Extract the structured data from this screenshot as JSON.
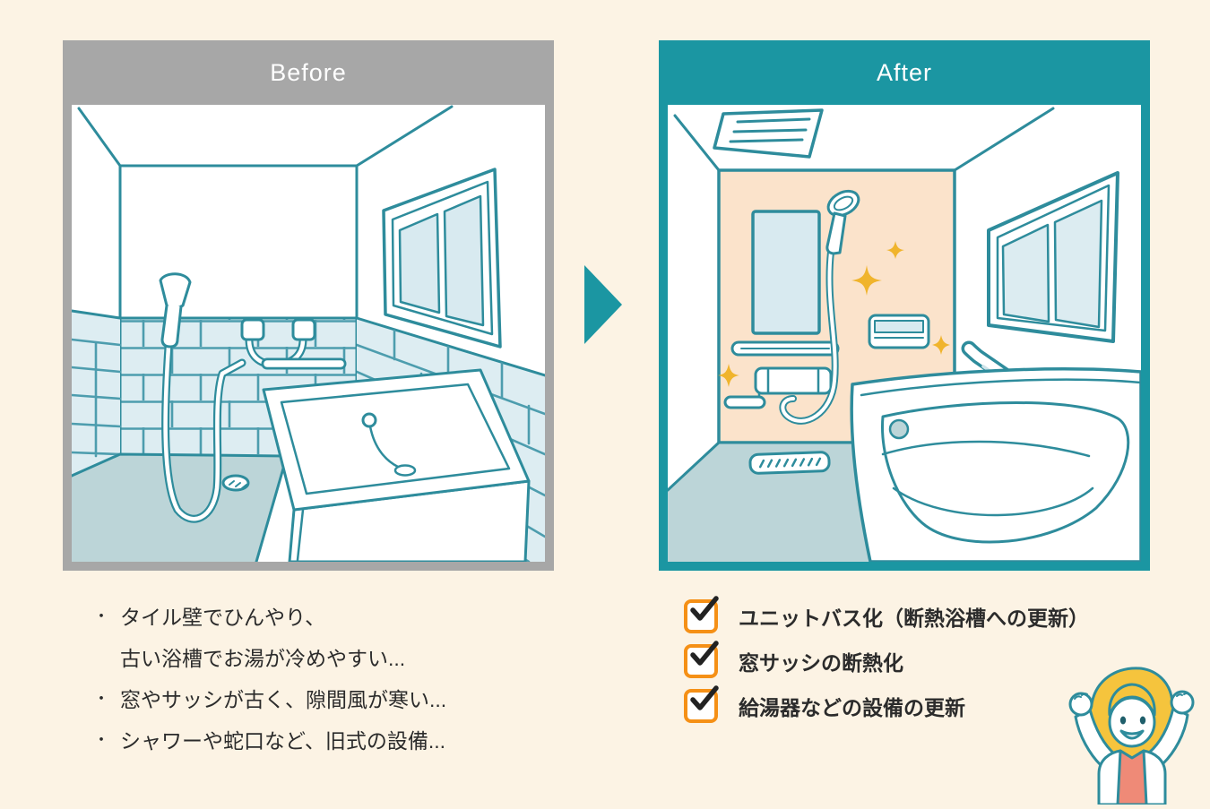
{
  "page": {
    "background_color": "#fcf3e4",
    "text_color": "#2b2b2b"
  },
  "before_panel": {
    "label": "Before",
    "header_color": "#a7a7a7"
  },
  "after_panel": {
    "label": "After",
    "header_color": "#1b96a2"
  },
  "arrow": {
    "color": "#1b96a2",
    "direction": "right"
  },
  "before_issues": {
    "bullet": "・",
    "items": [
      {
        "lines": [
          "タイル壁でひんやり、",
          "古い浴槽でお湯が冷めやすい..."
        ]
      },
      {
        "lines": [
          "窓やサッシが古く、隙間風が寒い..."
        ]
      },
      {
        "lines": [
          "シャワーや蛇口など、旧式の設備..."
        ]
      }
    ]
  },
  "after_upgrades": {
    "checkbox_border_color": "#f59016",
    "checkmark_color": "#222222",
    "items": [
      "ユニットバス化（断熱浴槽への更新）",
      "窓サッシの断熱化",
      "給湯器などの設備の更新"
    ]
  },
  "illustration_colors": {
    "line": "#2e8c9c",
    "tile": "#ddedf2",
    "glass": "#d8eaf0",
    "floor": "#bcd5d8",
    "accent_wall": "#fbe3cb",
    "sparkle": "#f0b42c",
    "hair": "#f5c43d",
    "shirt": "#ef8a77"
  }
}
